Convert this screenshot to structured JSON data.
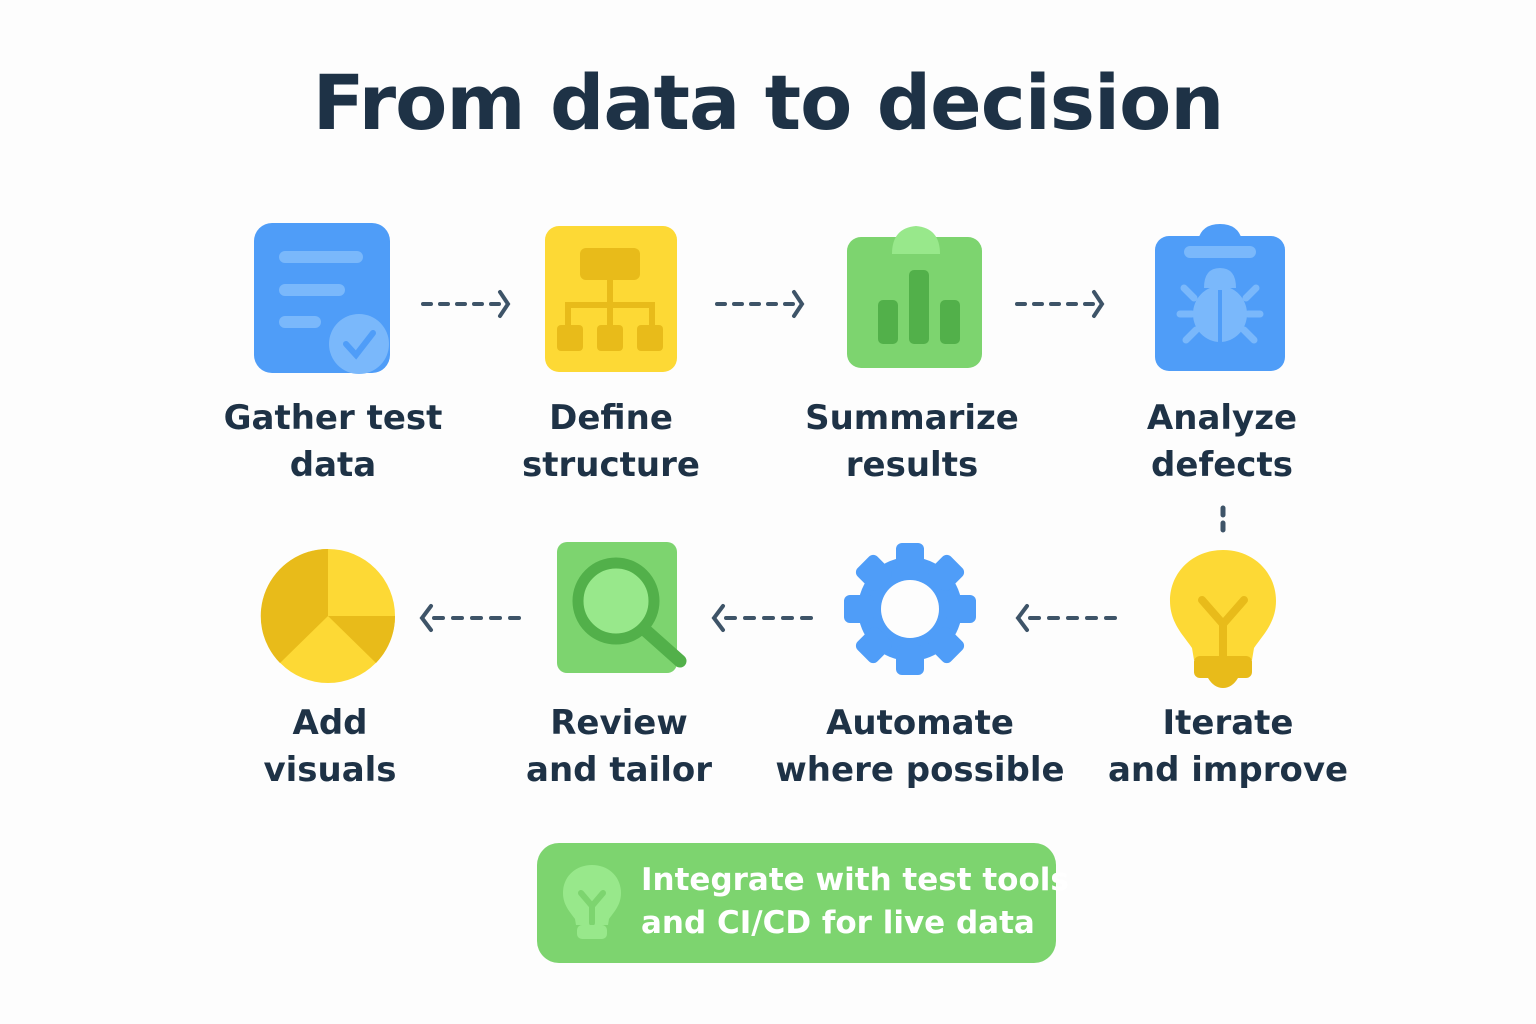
{
  "title": "From data to decision",
  "steps": [
    {
      "line1": "Gather test",
      "line2": "data",
      "icon": "document-check-icon"
    },
    {
      "line1": "Define",
      "line2": "structure",
      "icon": "hierarchy-icon"
    },
    {
      "line1": "Summarize",
      "line2": "results",
      "icon": "clipboard-bar-chart-icon"
    },
    {
      "line1": "Analyze",
      "line2": "defects",
      "icon": "clipboard-bug-icon"
    },
    {
      "line1": "Iterate",
      "line2": "and improve",
      "icon": "lightbulb-icon"
    },
    {
      "line1": "Automate",
      "line2": "where possible",
      "icon": "gear-icon"
    },
    {
      "line1": "Review",
      "line2": "and tailor",
      "icon": "magnifier-icon"
    },
    {
      "line1": "Add",
      "line2": "visuals",
      "icon": "pie-chart-icon"
    }
  ],
  "banner": {
    "line1": "Integrate with test tools",
    "line2": "and CI/CD for live data",
    "icon": "lightbulb-icon"
  },
  "colors": {
    "blue": "#4f9df8",
    "yellow": "#fdd935",
    "green": "#7dd46f",
    "text": "#1e3246",
    "arrow": "#3e5468"
  }
}
